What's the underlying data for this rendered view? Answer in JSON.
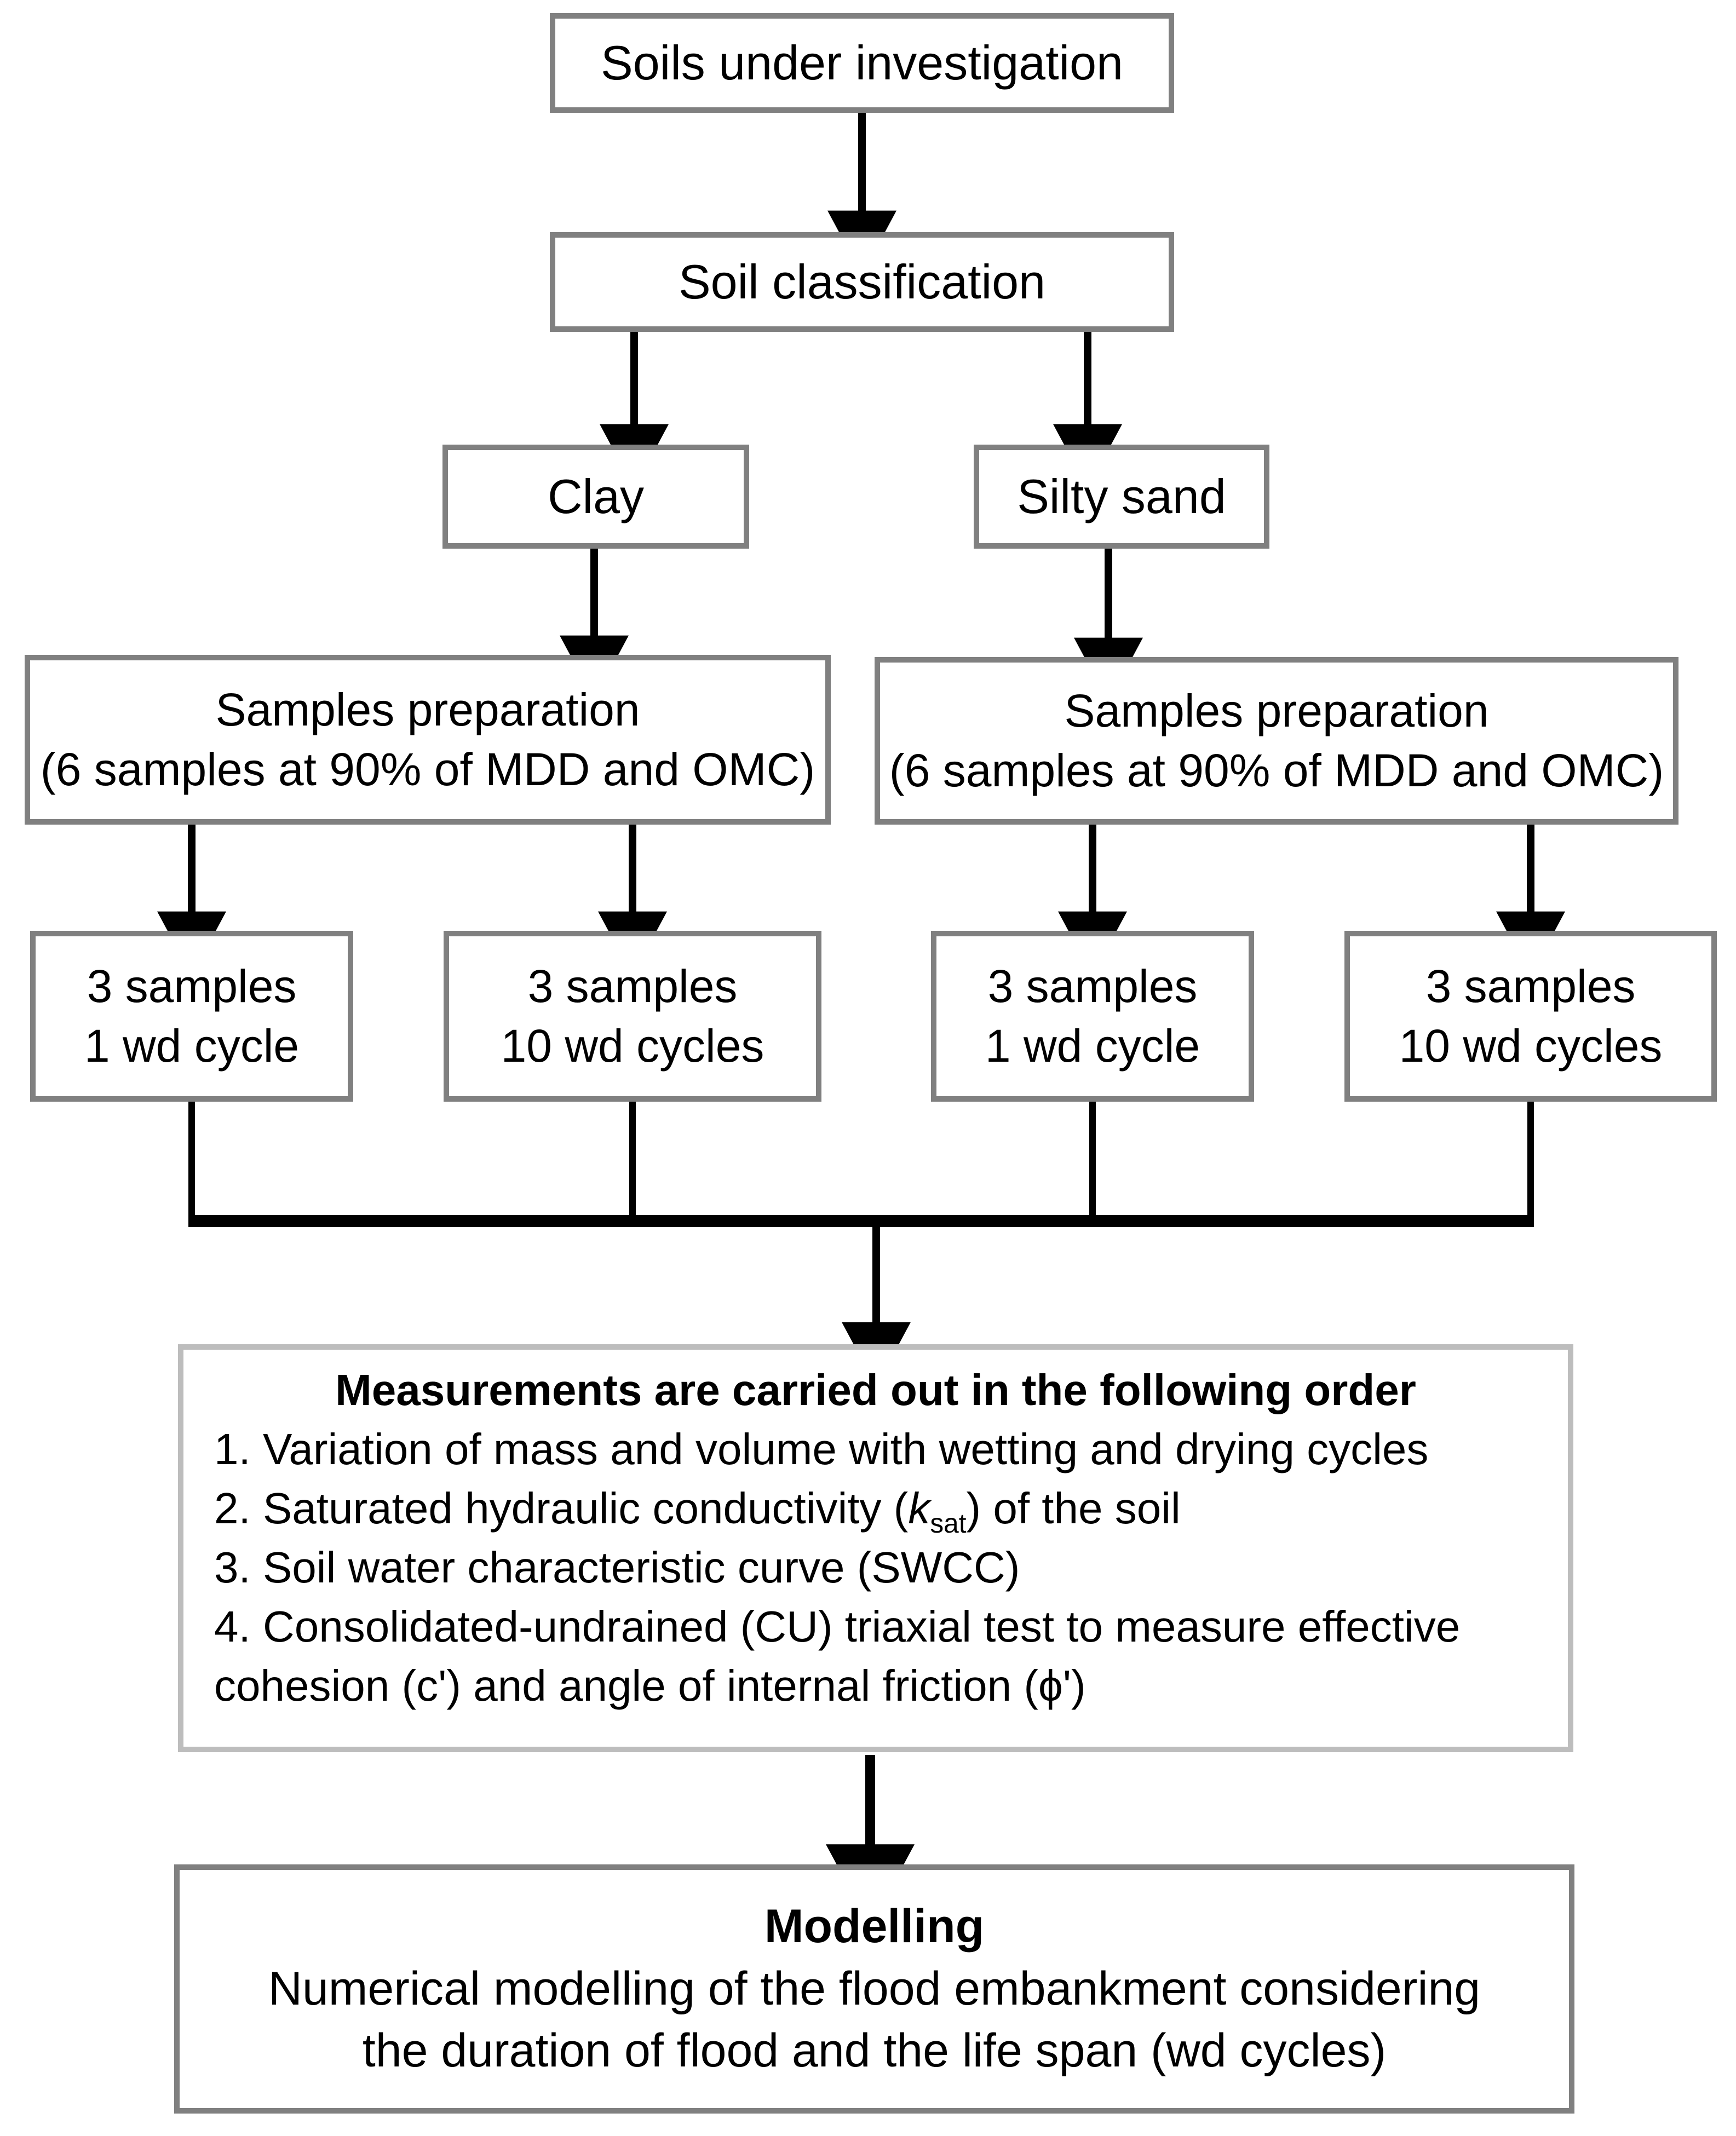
{
  "diagram": {
    "title": "Experimental programme flowchart",
    "colors": {
      "box_border_dark": "#808080",
      "box_border_light": "#bdbdbd",
      "connector": "#000000",
      "background": "#ffffff",
      "text": "#000000"
    }
  },
  "nodes": {
    "soils": {
      "label": "Soils under investigation"
    },
    "classification": {
      "label": "Soil classification"
    },
    "clay": {
      "label": "Clay"
    },
    "silty_sand": {
      "label": "Silty sand"
    },
    "prep_left": {
      "line1": "Samples preparation",
      "line2": "(6 samples at 90% of MDD and OMC)"
    },
    "prep_right": {
      "line1": "Samples preparation",
      "line2": "(6 samples at 90% of MDD and OMC)"
    },
    "sample_clay_1": {
      "line1": "3 samples",
      "line2": "1 wd cycle"
    },
    "sample_clay_10": {
      "line1": "3 samples",
      "line2": "10 wd cycles"
    },
    "sample_silt_1": {
      "line1": "3 samples",
      "line2": "1 wd cycle"
    },
    "sample_silt_10": {
      "line1": "3 samples",
      "line2": "10 wd cycles"
    },
    "measurements": {
      "title": "Measurements are carried out in the following order",
      "item1": "1. Variation of mass and volume with wetting and drying cycles",
      "item2_a": "2. Saturated hydraulic conductivity (",
      "item2_k": "k",
      "item2_sub": "sat",
      "item2_b": ") of the soil",
      "item3": "3. Soil water characteristic curve (SWCC)",
      "item4": "4. Consolidated-undrained (CU) triaxial test to measure effective cohesion (c') and angle of internal friction (ϕ')"
    },
    "modelling": {
      "heading": "Modelling",
      "line1": "Numerical modelling of the flood embankment considering",
      "line2": "the duration of flood and the life span (wd cycles)"
    }
  },
  "connectors": [
    {
      "name": "soils-to-classification",
      "from": "soils",
      "to": "classification"
    },
    {
      "name": "classification-to-clay",
      "from": "classification",
      "to": "clay"
    },
    {
      "name": "classification-to-silty-sand",
      "from": "classification",
      "to": "silty_sand"
    },
    {
      "name": "clay-to-prep-left",
      "from": "clay",
      "to": "prep_left"
    },
    {
      "name": "silty-sand-to-prep-right",
      "from": "silty_sand",
      "to": "prep_right"
    },
    {
      "name": "prep-left-to-sample-clay-1",
      "from": "prep_left",
      "to": "sample_clay_1"
    },
    {
      "name": "prep-left-to-sample-clay-10",
      "from": "prep_left",
      "to": "sample_clay_10"
    },
    {
      "name": "prep-right-to-sample-silt-1",
      "from": "prep_right",
      "to": "sample_silt_1"
    },
    {
      "name": "prep-right-to-sample-silt-10",
      "from": "prep_right",
      "to": "sample_silt_10"
    },
    {
      "name": "samples-merge-to-measurements",
      "from": "all_samples",
      "to": "measurements"
    },
    {
      "name": "measurements-to-modelling",
      "from": "measurements",
      "to": "modelling"
    }
  ]
}
